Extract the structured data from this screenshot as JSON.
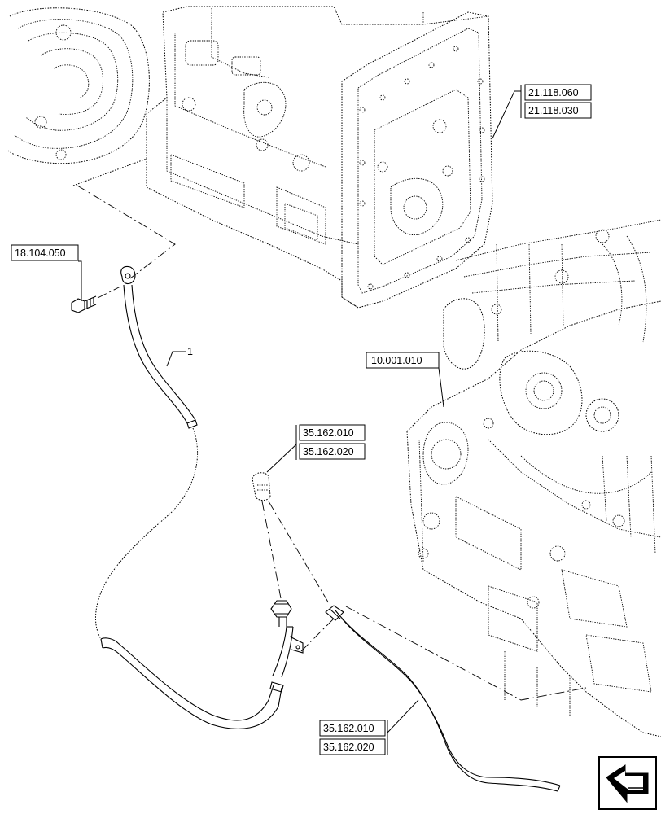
{
  "references": {
    "transmission_a": "21.118.060",
    "transmission_b": "21.118.030",
    "bolt": "18.104.050",
    "engine": "10.001.010",
    "fitting_a": "35.162.010",
    "fitting_b": "35.162.020",
    "hose_a": "35.162.010",
    "hose_b": "35.162.020"
  },
  "callouts": {
    "pipe_item": "1"
  },
  "nav": {
    "icon": "back-arrow-icon"
  }
}
